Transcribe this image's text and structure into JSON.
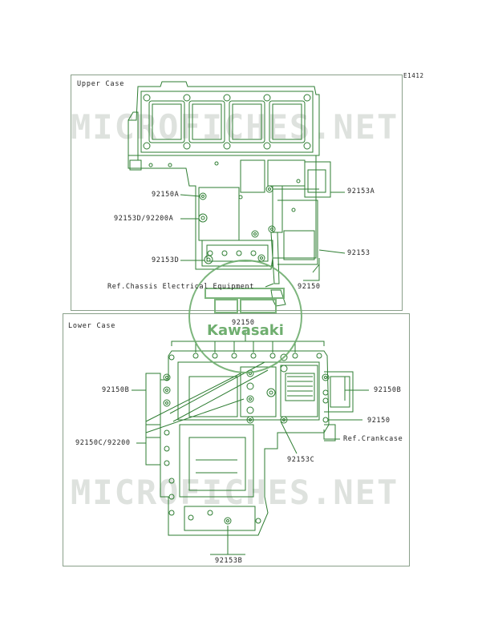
{
  "diagram": {
    "code": "E1412",
    "upper_title": "Upper Case",
    "lower_title": "Lower Case",
    "watermark": "MICROFICHES.NET",
    "logo_text": "Kawasaki",
    "colors": {
      "line": "#2e7d32",
      "frame": "#8aa08a",
      "text": "#1f1f1f",
      "watermark": "#d9ddd9"
    },
    "upper_labels": {
      "l1": "92150A",
      "l2": "92153D/92200A",
      "l3": "92153D",
      "l4": "Ref.Chassis Electrical Equipment",
      "r1": "92153A",
      "r2": "92153",
      "r3": "92150"
    },
    "lower_labels": {
      "top": "92150",
      "l1": "92150B",
      "l2": "92150C/92200",
      "r1": "92150B",
      "r2": "92150",
      "r3": "Ref.Crankcase",
      "r4": "92153C",
      "bottom": "92153B"
    }
  }
}
